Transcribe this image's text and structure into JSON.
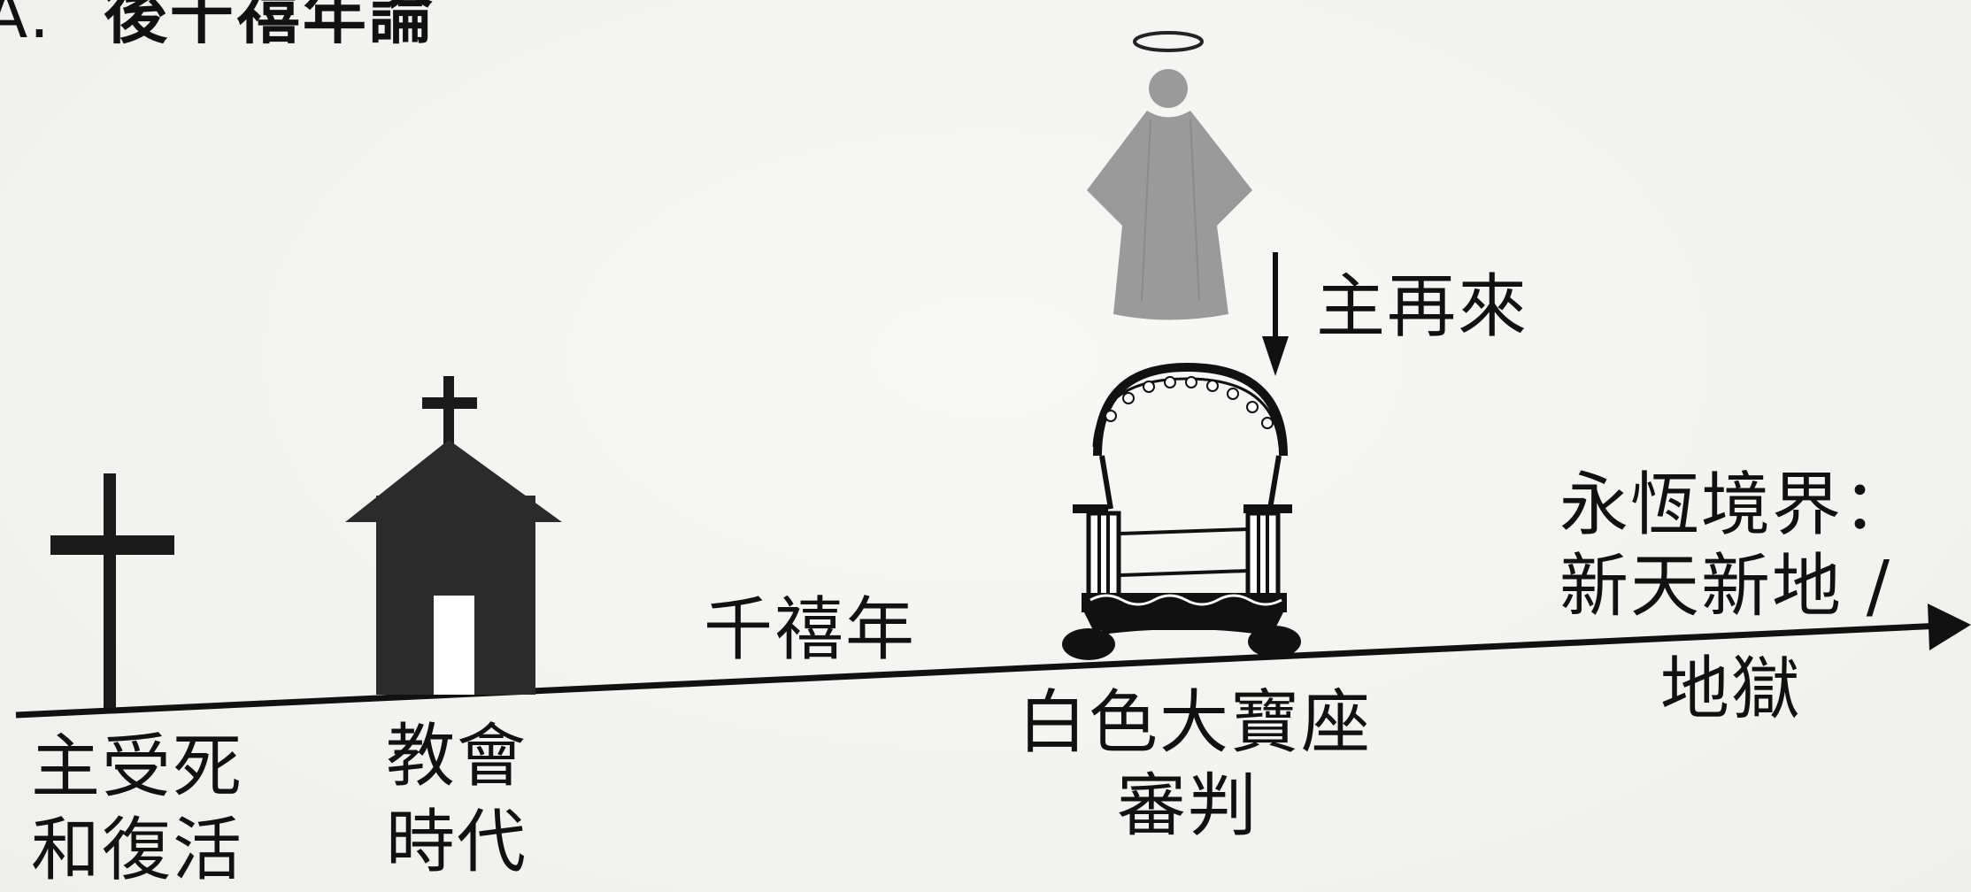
{
  "title": {
    "marker": "A.",
    "text": "後千禧年論"
  },
  "labels": {
    "second_coming": "主再來",
    "millennium": "千禧年",
    "death_resurrection_line1": "主受死",
    "death_resurrection_line2": "和復活",
    "church_age_line1": "教會",
    "church_age_line2": "時代",
    "white_throne_line1": "白色大寶座",
    "white_throne_line2": "審判",
    "eternal_line1": "永恆境界：",
    "eternal_line2": "新天新地 /",
    "eternal_line3": "地獄"
  },
  "icons": [
    "cross-icon",
    "church-icon",
    "angel-icon",
    "throne-icon",
    "down-arrow-icon",
    "timeline-arrow"
  ],
  "colors": {
    "ink": "#111111",
    "church": "#2b2b2b",
    "angel": "#9a9a9a",
    "background": "#f4f4f2"
  }
}
